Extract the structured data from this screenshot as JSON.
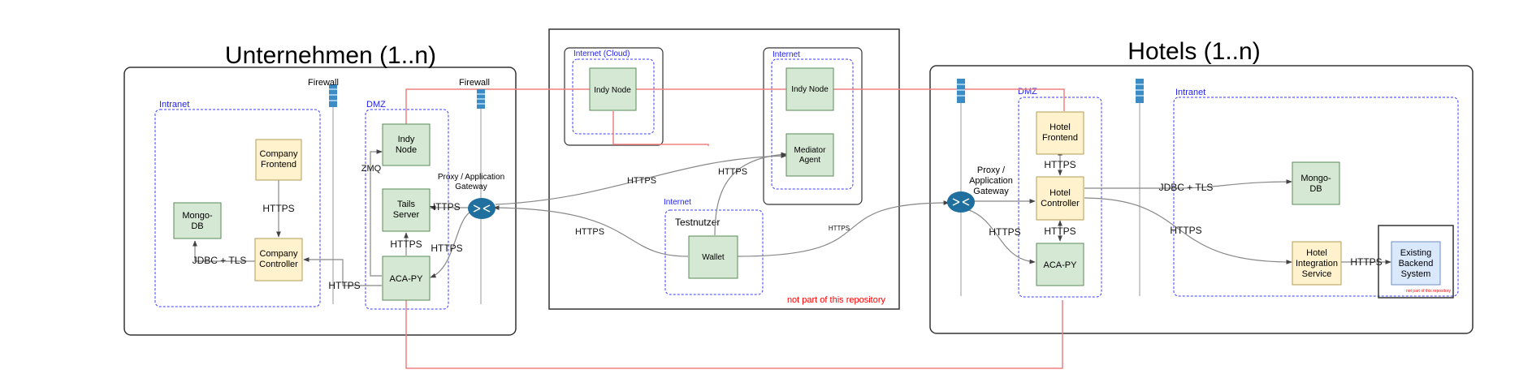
{
  "colors": {
    "frame": "#333333",
    "zone": "#3b3bff",
    "zone_text": "#2222ee",
    "node_green_fill": "#d5e8d4",
    "node_green_stroke": "#5a8a56",
    "node_yellow_fill": "#fff2cc",
    "node_yellow_stroke": "#b59b55",
    "node_blue_fill": "#dae8fc",
    "edge": "#888888",
    "ledger_link": "#f08080",
    "note_red": "#ff0000",
    "firewall": "#3b8bc4",
    "router": "#1f6f9f"
  },
  "groups": {
    "unternehmen": "Unternehmen (1..n)",
    "hotels": "Hotels (1..n)"
  },
  "zones": {
    "intranet_left": "Intranet",
    "dmz_left": "DMZ",
    "internet_cloud": "Internet (Cloud)",
    "internet_top": "Internet",
    "internet_testnutzer": "Internet",
    "dmz_right": "DMZ",
    "intranet_right": "Intranet"
  },
  "labels": {
    "firewall_left_1": "Firewall",
    "firewall_left_2": "Firewall",
    "proxy_left": [
      "Proxy / Application",
      "Gateway"
    ],
    "proxy_right": [
      "Proxy /",
      "Application",
      "Gateway"
    ],
    "testnutzer": "Testnutzer",
    "not_part_center": "not part of this repository",
    "not_part_right": "not part of this repository"
  },
  "nodes": {
    "company_frontend": [
      "Company",
      "Frontend"
    ],
    "mongo_left": [
      "Mongo-",
      "DB"
    ],
    "company_controller": [
      "Company",
      "Controller"
    ],
    "indy_node_left": [
      "Indy",
      "Node"
    ],
    "tails_server": [
      "Tails",
      "Server"
    ],
    "acapy_left": [
      "ACA-PY"
    ],
    "indy_node_cloud": [
      "Indy Node"
    ],
    "indy_node_internet": [
      "Indy Node"
    ],
    "mediator_agent": [
      "Mediator",
      "Agent"
    ],
    "wallet": [
      "Wallet"
    ],
    "hotel_frontend": [
      "Hotel",
      "Frontend"
    ],
    "hotel_controller": [
      "Hotel",
      "Controller"
    ],
    "acapy_right": [
      "ACA-PY"
    ],
    "mongo_right": [
      "Mongo-",
      "DB"
    ],
    "hotel_integration": [
      "Hotel",
      "Integration",
      "Service"
    ],
    "existing_backend": [
      "Existing",
      "Backend",
      "System"
    ]
  },
  "edges": {
    "https_frontend_controller": "HTTPS",
    "jdbc_left": "JDBC + TLS",
    "https_acapy_company": "HTTPS",
    "zmq": "ZMQ",
    "https_tails_acapy": "HTTPS",
    "https_router_tails": "HTTPS",
    "https_router_acapy": "HTTPS",
    "https_cloud_wallet": "HTTPS",
    "https_wallet_router_left": "HTTPS",
    "https_wallet_mediator": "HTTPS",
    "https_wallet_router_right": "HTTPS",
    "https_hotel_frontend_controller": "HTTPS",
    "https_controller_acapy_right": "HTTPS",
    "https_router_acapy_right": "HTTPS",
    "jdbc_right": "JDBC + TLS",
    "https_controller_integration": "HTTPS",
    "https_integration_backend": "HTTPS"
  }
}
